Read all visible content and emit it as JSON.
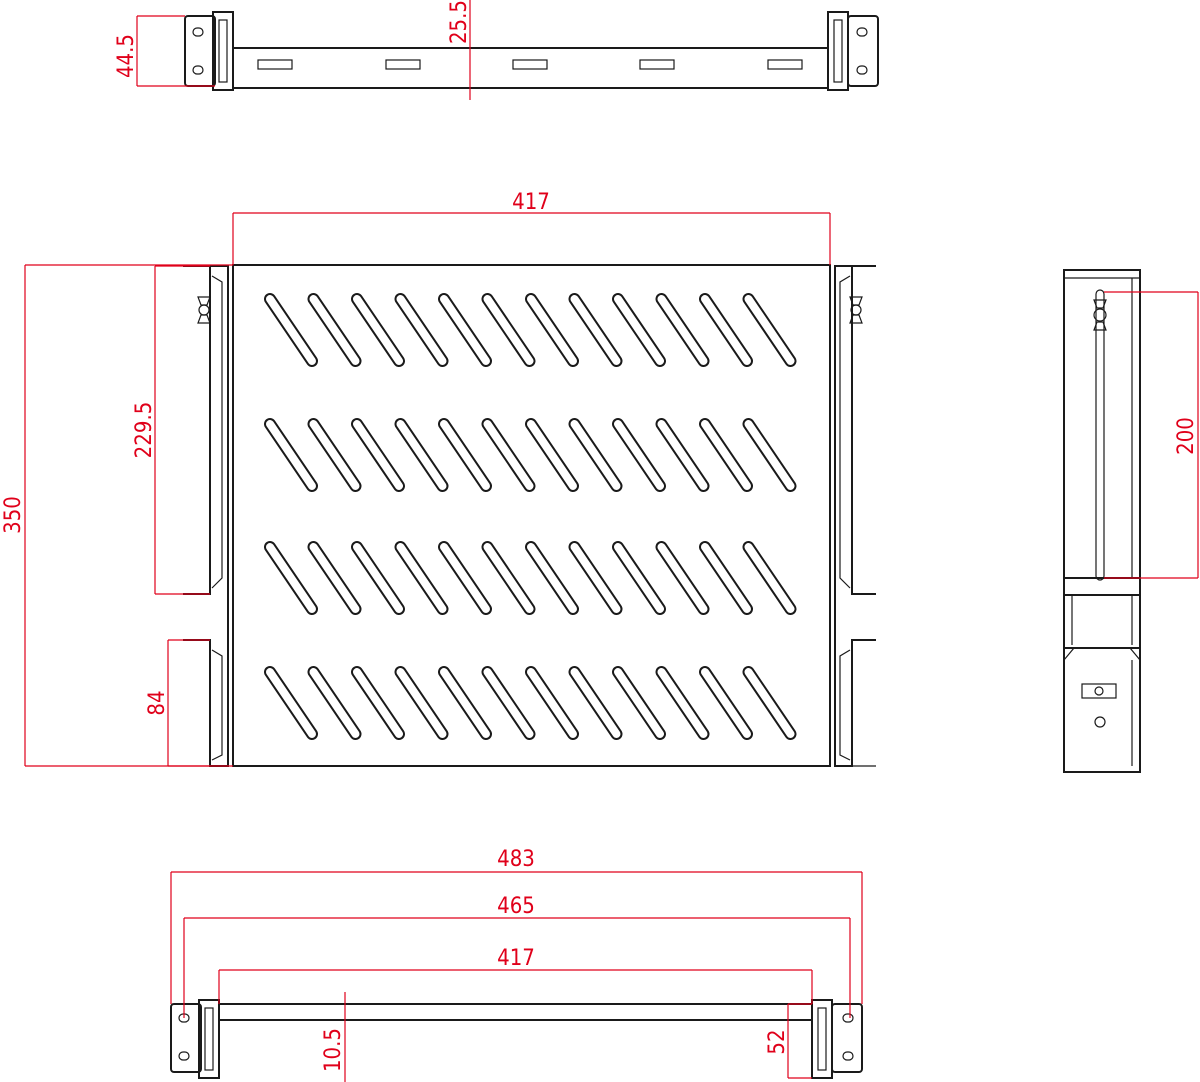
{
  "drawing": {
    "colors": {
      "outline": "#1a1a1a",
      "dimension": "#e0001a",
      "background": "#ffffff"
    },
    "front_view": {
      "dim_height": "44.5",
      "dim_depth": "25.5"
    },
    "top_view": {
      "dim_width": "417",
      "dim_depth": "350",
      "dim_rail_length": "229.5",
      "dim_rear_bracket": "84",
      "vent_rows": 4,
      "vent_slots_per_row": 12
    },
    "side_view": {
      "dim_slot_length": "200"
    },
    "bottom_view": {
      "dim_overall_width": "483",
      "dim_mounting_width": "465",
      "dim_shelf_width": "417",
      "dim_shelf_thickness": "10.5",
      "dim_bracket_offset": "52"
    }
  }
}
